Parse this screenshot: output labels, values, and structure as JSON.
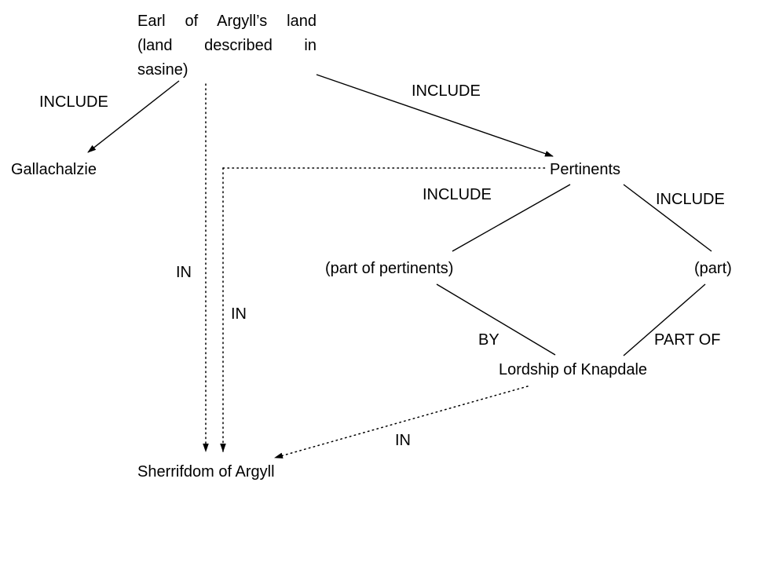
{
  "background": "#ffffff",
  "ink": "#000000",
  "nodes": {
    "earl": {
      "line1": "Earl of Argyll’s land",
      "line2": "(land described in",
      "line3": "sasine)"
    },
    "gallachalzie": "Gallachalzie",
    "pertinents": "Pertinents",
    "part_of_pertinents": "(part of pertinents)",
    "part": "(part)",
    "lordship": "Lordship of Knapdale",
    "sherrifdom": "Sherrifdom of Argyll"
  },
  "edge_labels": {
    "include_earl_gallachalzie": "INCLUDE",
    "include_earl_pertinents": "INCLUDE",
    "include_pertinents_part_of_pertinents": "INCLUDE",
    "include_pertinents_part": "INCLUDE",
    "in_earl_sherrifdom": "IN",
    "in_pertinents_sherrifdom": "IN",
    "by_lordship": "BY",
    "part_of_lordship": "PART OF",
    "in_lordship_sherrifdom": "IN"
  }
}
